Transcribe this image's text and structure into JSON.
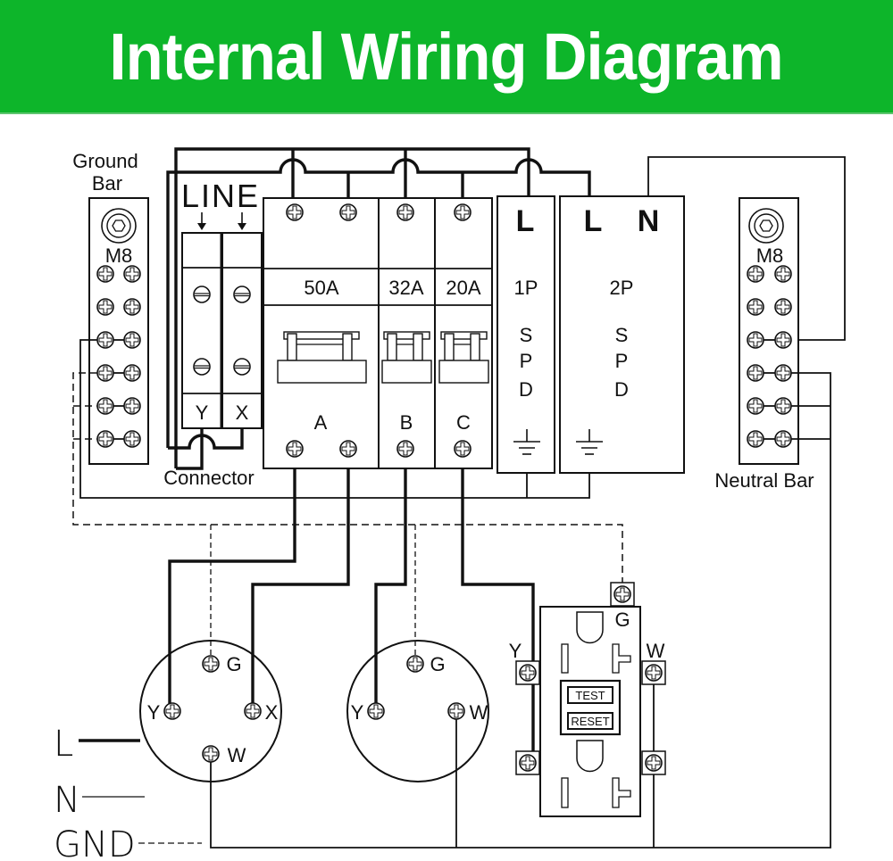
{
  "title": "Internal Wiring Diagram",
  "colors": {
    "banner": "#0db52a",
    "line": "#111111",
    "title_text": "#ffffff"
  },
  "ground_bar": {
    "label_line1": "Ground",
    "label_line2": "Bar",
    "bolt": "M8"
  },
  "neutral_bar": {
    "label": "Neutral Bar",
    "bolt": "M8"
  },
  "line_input": {
    "label": "LINE",
    "terminals": [
      "Y",
      "X"
    ],
    "connector_label": "Connector"
  },
  "breakers": [
    {
      "rating": "50A",
      "label": "A"
    },
    {
      "rating": "32A",
      "label": "B"
    },
    {
      "rating": "20A",
      "label": "C"
    }
  ],
  "spd_1p": {
    "terminal": "L",
    "poles": "1P",
    "letters": [
      "S",
      "P",
      "D"
    ]
  },
  "spd_2p": {
    "terminals": [
      "L",
      "N"
    ],
    "poles": "2P",
    "letters": [
      "S",
      "P",
      "D"
    ]
  },
  "outlet_1": {
    "terminals": [
      "G",
      "Y",
      "X",
      "W"
    ]
  },
  "outlet_2": {
    "terminals": [
      "G",
      "Y",
      "W"
    ]
  },
  "gfci": {
    "terminals": [
      "G",
      "Y",
      "W"
    ],
    "buttons": [
      "TEST",
      "RESET"
    ]
  },
  "legend": [
    {
      "label": "L",
      "style": "thick"
    },
    {
      "label": "N",
      "style": "thin"
    },
    {
      "label": "GND",
      "style": "dashed"
    }
  ]
}
